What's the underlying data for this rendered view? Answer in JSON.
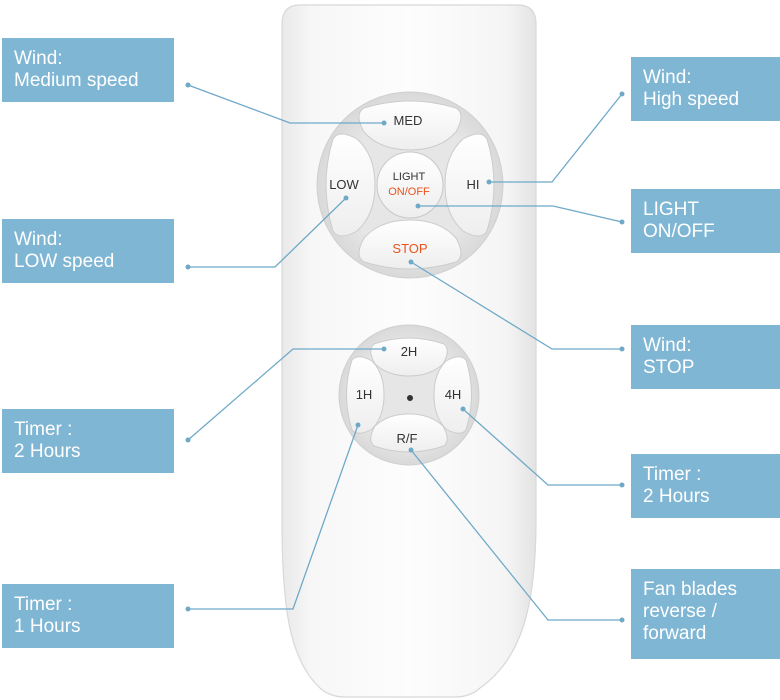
{
  "labels": {
    "med": {
      "line1": "Wind:",
      "line2": "Medium speed"
    },
    "low": {
      "line1": "Wind:",
      "line2": "LOW speed"
    },
    "timer2_left": {
      "line1": "Timer :",
      "line2": "2 Hours"
    },
    "timer1": {
      "line1": "Timer :",
      "line2": "1 Hours"
    },
    "hi": {
      "line1": "Wind:",
      "line2": "High speed"
    },
    "light": {
      "line1": "LIGHT",
      "line2": "ON/OFF"
    },
    "stop": {
      "line1": "Wind:",
      "line2": "STOP"
    },
    "timer2_right": {
      "line1": "Timer :",
      "line2": "2 Hours"
    },
    "rf": {
      "line1": "Fan blades",
      "line2": "reverse /",
      "line3": "forward"
    }
  },
  "buttons": {
    "med": "MED",
    "low": "LOW",
    "hi": "HI",
    "light_top": "LIGHT",
    "light_bottom": "ON/OFF",
    "stop": "STOP",
    "h2": "2H",
    "h1": "1H",
    "h4": "4H",
    "rf": "R/F"
  },
  "colors": {
    "label_bg": "#7fb6d4",
    "accent_orange": "#e8541e",
    "leader_line": "#6fa9c8"
  }
}
